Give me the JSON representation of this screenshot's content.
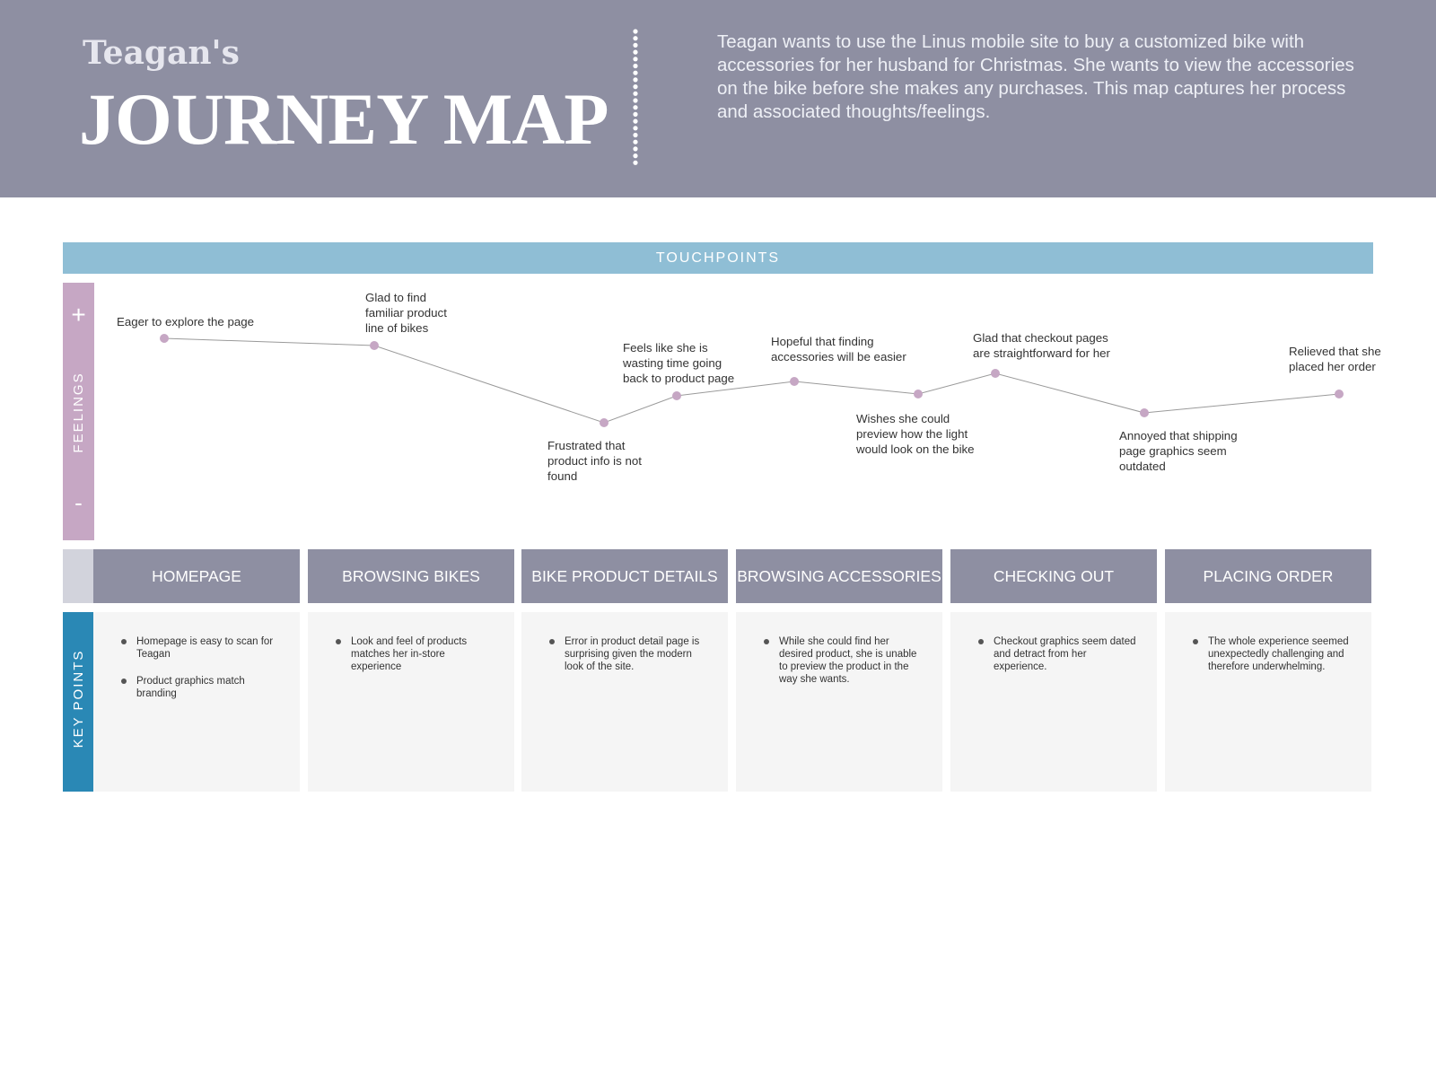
{
  "header": {
    "subtitle": "Teagan's",
    "title": "JOURNEY MAP",
    "intro": "Teagan wants to use the Linus mobile site to buy a customized bike with accessories for her husband for Christmas.  She wants to view the accessories on the bike before she makes any purchases.  This map captures her process and associated thoughts/feelings."
  },
  "touchpoints_label": "TOUCHPOINTS",
  "feelings": {
    "label": "FEELINGS",
    "plus": "+",
    "minus": "-",
    "points": [
      {
        "text": "Eager to explore the page"
      },
      {
        "text": "Glad to find\nfamiliar product\nline of bikes"
      },
      {
        "text": "Frustrated that\nproduct info is not\nfound"
      },
      {
        "text": "Feels like she is\nwasting time going\nback to product page"
      },
      {
        "text": "Hopeful that finding\naccessories will be easier"
      },
      {
        "text": "Wishes she could\npreview how the light\nwould look on the bike"
      },
      {
        "text": "Glad that checkout pages\nare straightforward for her"
      },
      {
        "text": "Annoyed that shipping\npage graphics seem\noutdated"
      },
      {
        "text": "Relieved that she\nplaced her order"
      }
    ]
  },
  "stages": [
    "HOMEPAGE",
    "BROWSING BIKES",
    "BIKE PRODUCT DETAILS",
    "BROWSING ACCESSORIES",
    "CHECKING OUT",
    "PLACING ORDER"
  ],
  "key_points": {
    "label": "KEY POINTS",
    "columns": [
      [
        "Homepage is easy to scan for Teagan",
        "Product graphics match branding"
      ],
      [
        "Look and feel of products matches her in-store experience"
      ],
      [
        "Error in product detail page is surprising given the modern look of the site."
      ],
      [
        "While she could find her desired product, she is unable to preview the product in the way she wants."
      ],
      [
        "Checkout graphics seem dated and detract from her experience."
      ],
      [
        "The whole experience seemed unexpectedly challenging and therefore underwhelming."
      ]
    ]
  },
  "colors": {
    "header_bg": "#8e8fa2",
    "touchpoints_bg": "#8fbed5",
    "feelings_bg": "#c6a7c4",
    "keypoints_bg": "#2a88b5",
    "point_color": "#c6a7c4",
    "line_color": "#9a9a9a"
  }
}
